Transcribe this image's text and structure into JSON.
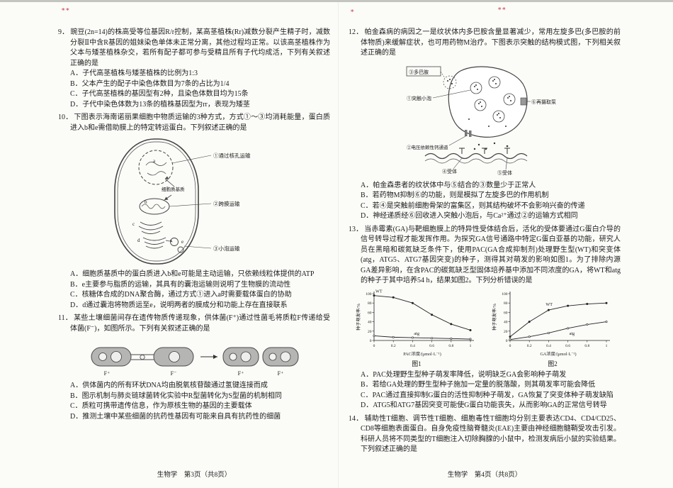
{
  "marks": {
    "m1": "∗∗",
    "m2": "∗",
    "m3": "∗∗"
  },
  "footer3": "生物学　第3页（共8页）",
  "footer4": "生物学　第4页（共8页）",
  "q9": {
    "num": "9．",
    "stem": "豌豆(2n=14)的株高受等位基因R/r控制，某高茎植株(Rr)减数分裂产生精子时，减数分裂Ⅱ中含R基因的姐妹染色单体未正常分离，其他过程均正常。以该高茎植株作为父本与矮茎植株杂交，若所有配子都可参与受精且所有子代均成活，下列有关叙述正确的是",
    "options": [
      "A．子代高茎植株与矮茎植株的比例为1:3",
      "B．父本产生的配子中染色体数目为7条的占比为1/4",
      "C．子代高茎植株的基因型有2种，且染色体数目均为15条",
      "D．子代中染色体数为13条的植株基因型为rr，表现为矮茎"
    ]
  },
  "q10": {
    "num": "10．",
    "stem": "下图表示海南诺丽果细胞中物质运输的3种方式，方式①～③均消耗能量，蛋白质进入b和e需借助膜上的特定转运蛋白。下列叙述正确的是",
    "diagram": {
      "label_pore": "①通过核孔运输",
      "label_membrane": "②跨膜运输",
      "label_vesicle": "③小泡运输",
      "label_cytosol": "细胞质基质",
      "letters": {
        "a": "a",
        "b": "b",
        "c": "c",
        "d": "d",
        "e": "e"
      }
    },
    "options": [
      "A．细胞质基质中的蛋白质进入b和e可能是主动运输，只依赖线粒体提供的ATP",
      "B．e主要参与脂质的运输，其具有的囊泡运输则说明了生物膜的流动性",
      "C．核糖体合成的DNA聚合酶，通过方式①进入a时需要载体蛋白的协助",
      "D．d通过囊泡将物质运至e，说明两者的膜成分和功能上存在直接联系"
    ]
  },
  "q11": {
    "num": "11．",
    "stem": "某些土壤细菌间存在遗传物质传递现象，供体菌(F⁺)通过性菌毛将质粒F传递给受体菌(F⁻)，如图所示。下列有关叙述正确的是",
    "diagram": {
      "b1": "F⁺",
      "b2": "F⁻",
      "b3": "F⁺",
      "b4": "F⁺"
    },
    "options": [
      "A．供体菌内的所有环状DNA均由脱氧核苷酸通过氢键连接而成",
      "B．图示机制与肺炎链球菌转化实验中R型菌转化为S型菌的机制相同",
      "C．质粒可携带遗传信息，作为原核生物的基因的主要载体",
      "D．推测土壤中某些细菌的抗药性基因有可能来自具有抗药性的细菌"
    ]
  },
  "q12": {
    "num": "12．",
    "stem": "帕金森病的病因之一是纹状体内多巴胺含量显著减少，常用左旋多巴(多巴胺的前体物质)来缓解症状，也可用药物M治疗。下图表示突触的结构模式图，下列相关叙述正确的是",
    "diagram": {
      "dopamine": "③多巴胺",
      "vesicle": "①突触小泡",
      "ca_channel": "②电压依赖性钙通道",
      "pump": "⑥再摄取泵",
      "receptor4": "④受体",
      "receptor5": "⑤受体"
    },
    "options": [
      "A．帕金森患者的纹状体中与⑤结合的③数量少于正常人",
      "B．若药物M抑制⑥的功能，则是模拟了左旋多巴的作用机制",
      "C．若④是突触前细胞骨架的富集区，则其结构破坏不会影响兴奋的传递",
      "D．神经递质经⑥回收进入突触小泡后，与Ca²⁺通过②的运输方式相同"
    ]
  },
  "q13": {
    "num": "13．",
    "stem": "当赤霉素(GA)与靶细胞膜上的特异性受体结合后，活化的受体要通过G蛋白介导的信号转导过程才能发挥作用。为探究GA信号通路中特定G蛋白亚基的功能，研究人员在黑暗和碳氮缺乏条件下，使用PAC(GA合成抑制剂)处理野生型(WT)和突变体(atg，ATG5、ATG7基因突变)的种子，测得其对萌发的影响如图1。为了排除内源GA差异影响，在含PAC的碳氮缺乏型固体培养基中添加不同浓度的GA，将WT和atg的种子于其中培养54 h，结果如图2。下列分析错误的是",
    "options": [
      "A．PAC处理野生型种子萌发率降低，说明缺乏GA会影响种子萌发",
      "B．若给GA处理的野生型种子施加一定量的脱落酸，则其萌发率可能会降低",
      "C．PAC通过直接抑制G蛋白的活性抑制种子萌发，GA恢复了突变体种子萌发缺陷",
      "D．ATG5和ATG7基因突变可能使G蛋白功能丧失，从而影响GA的正常信号转导"
    ]
  },
  "q14": {
    "num": "14．",
    "stem": "辅助性T细胞、调节性T细胞、细胞毒性T细胞均分别主要表达CD4、CD4/CD25、CD8等细胞表面蛋白。自身免疫性脑脊髓炎(EAE)主要由神经细胞髓鞘受攻击引发。科研人员将不同类型的T细胞注入切除胸腺的小鼠中，检测发病后小鼠的实验结果。下列叙述正确的是"
  },
  "chart_data": [
    {
      "type": "line",
      "title": "图1",
      "xlabel": "PAC浓度/(μmol·L⁻¹)",
      "ylabel": "种子萌发率/%",
      "x": [
        0,
        0.2,
        0.4,
        0.6,
        0.8,
        1.0
      ],
      "ylim": [
        0,
        100
      ],
      "yticks": [
        0,
        20,
        40,
        60,
        80,
        100
      ],
      "grid": false,
      "series": [
        {
          "name": "WT",
          "values": [
            96,
            92,
            80,
            55,
            35,
            22
          ],
          "label_index": 0,
          "label_dx": 2,
          "label_dy": -4
        },
        {
          "name": "atg",
          "values": [
            10,
            7,
            6,
            5,
            4,
            3
          ],
          "label_index": 2,
          "label_dx": 2,
          "label_dy": -4
        }
      ]
    },
    {
      "type": "line",
      "title": "图2",
      "xlabel": "GA浓度/(μmol·L⁻¹)",
      "ylabel": "种子萌发率/%",
      "x": [
        0,
        0.2,
        0.4,
        0.6,
        0.8,
        1.0
      ],
      "ylim": [
        0,
        100
      ],
      "yticks": [
        0,
        20,
        40,
        60,
        80,
        100
      ],
      "grid": false,
      "series": [
        {
          "name": "WT",
          "values": [
            8,
            40,
            65,
            74,
            78,
            80
          ],
          "label_index": 2,
          "label_dx": -4,
          "label_dy": -6
        },
        {
          "name": "atg",
          "values": [
            2,
            8,
            16,
            26,
            34,
            40
          ],
          "label_index": 3,
          "label_dx": 2,
          "label_dy": 9
        }
      ]
    }
  ]
}
